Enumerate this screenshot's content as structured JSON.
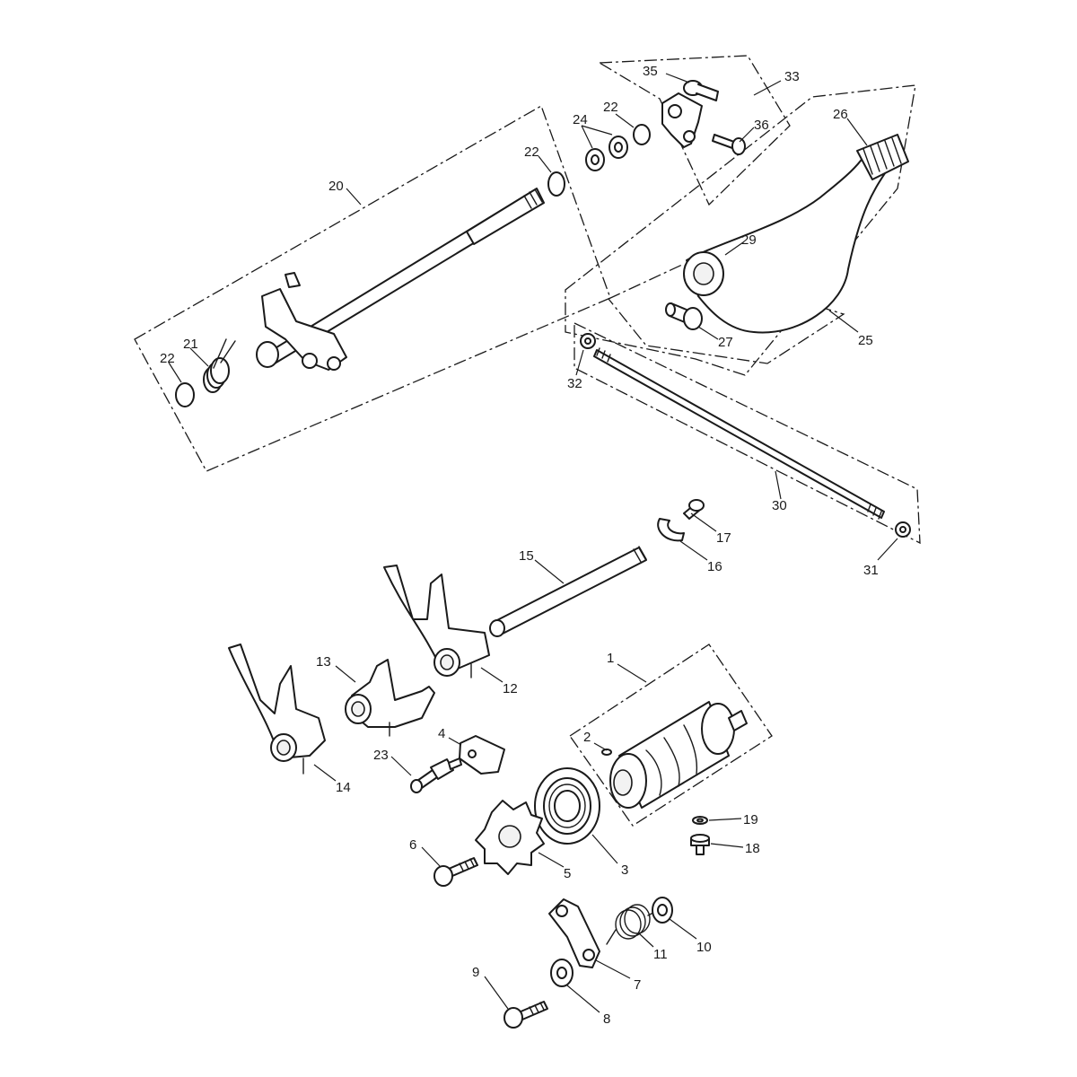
{
  "diagram": {
    "callouts": {
      "c1": "1",
      "c2": "2",
      "c3": "3",
      "c4": "4",
      "c5": "5",
      "c6": "6",
      "c7": "7",
      "c8": "8",
      "c9": "9",
      "c10": "10",
      "c11": "11",
      "c12": "12",
      "c13": "13",
      "c14": "14",
      "c15": "15",
      "c16": "16",
      "c17": "17",
      "c18": "18",
      "c19": "19",
      "c20": "20",
      "c21": "21",
      "c22a": "22",
      "c22b": "22",
      "c22c": "22",
      "c23": "23",
      "c24": "24",
      "c25": "25",
      "c26": "26",
      "c27": "27",
      "c29": "29",
      "c30": "30",
      "c31": "31",
      "c32": "32",
      "c33": "33",
      "c35": "35",
      "c36": "36"
    },
    "colors": {
      "ink": "#1a1a1a",
      "paper": "#ffffff",
      "shade": "#f2f2f2"
    }
  }
}
